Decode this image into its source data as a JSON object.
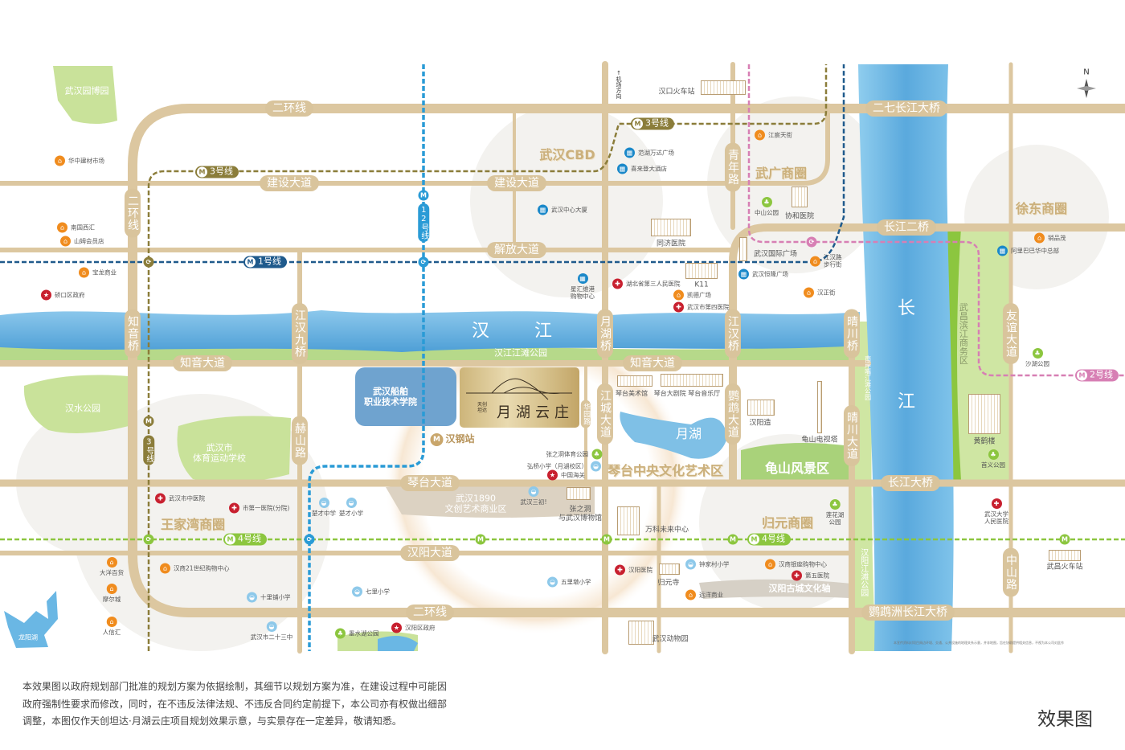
{
  "title": "效果图",
  "compass": "N",
  "project": {
    "brand": "天创坦达",
    "name": "月湖云庄"
  },
  "colors": {
    "road": "#d9c49c",
    "river": "#6fb6e3",
    "green": "#c6e094",
    "district_text": "#cbb07c",
    "line1": "#1f5a8c",
    "line2": "#d77fb4",
    "line3": "#8b7d3a",
    "line4": "#8cc63f",
    "line12": "#2a9bd6"
  },
  "road_labels": [
    {
      "label": "二环线"
    },
    {
      "label": "建设大道"
    },
    {
      "label": "建设大道"
    },
    {
      "label": "解放大道"
    },
    {
      "label": "二七长江大桥"
    },
    {
      "label": "长江二桥"
    },
    {
      "label": "二环线"
    },
    {
      "label": "知音桥"
    },
    {
      "label": "江汉九桥"
    },
    {
      "label": "月湖桥"
    },
    {
      "label": "江汉桥"
    },
    {
      "label": "晴川桥"
    },
    {
      "label": "青年路"
    },
    {
      "label": "知音大道"
    },
    {
      "label": "知音大道"
    },
    {
      "label": "赫山路"
    },
    {
      "label": "江城大道"
    },
    {
      "label": "鹦鹉大道"
    },
    {
      "label": "晴川大道"
    },
    {
      "label": "琴台大道"
    },
    {
      "label": "长江大桥"
    },
    {
      "label": "汉阳大道"
    },
    {
      "label": "二环线"
    },
    {
      "label": "鹦鹉洲长江大桥"
    },
    {
      "label": "友谊大道"
    },
    {
      "label": "中山路"
    },
    {
      "label": "华园路"
    }
  ],
  "metro_labels": [
    {
      "label": "3号线",
      "line": "line3"
    },
    {
      "label": "3号线",
      "line": "line3"
    },
    {
      "label": "1号线",
      "line": "line1"
    },
    {
      "label": "12号线",
      "line": "line12"
    },
    {
      "label": "4号线",
      "line": "line4"
    },
    {
      "label": "4号线",
      "line": "line4"
    },
    {
      "label": "3号线",
      "line": "line3"
    },
    {
      "label": "2号线",
      "line": "line2"
    }
  ],
  "metro_symbol": "M",
  "station": {
    "label": "汉钢站"
  },
  "districts": [
    {
      "label": "武汉CBD"
    },
    {
      "label": "武广商圈"
    },
    {
      "label": "徐东商圈"
    },
    {
      "label": "王家湾商圈"
    },
    {
      "label": "归元商圈"
    },
    {
      "label": "琴台中央文化艺术区"
    },
    {
      "label": "汉阳古城文化轴"
    }
  ],
  "special_areas": {
    "art_district": "武汉1890\n文创艺术商业区",
    "guishan": "龟山风景区",
    "college": "武汉船舶\n职业技术学院",
    "airport_direction": "↑机场方向"
  },
  "water_labels": [
    {
      "label": "汉"
    },
    {
      "label": "江"
    },
    {
      "label": "长"
    },
    {
      "label": "江"
    },
    {
      "label": "月湖"
    },
    {
      "label": "龙阳湖"
    }
  ],
  "green_labels": [
    {
      "label": "武汉园博园"
    },
    {
      "label": "汉水公园"
    },
    {
      "label": "武汉市\n体育运动学校"
    },
    {
      "label": "汉江江滩公园"
    },
    {
      "label": "武昌滨江商务区"
    },
    {
      "label": "南岸嘴江滩公园"
    },
    {
      "label": "汉阳江滩公园"
    }
  ],
  "landmarks": [
    {
      "label": "汉口火车站"
    },
    {
      "label": "同济医院"
    },
    {
      "label": "协和医院"
    },
    {
      "label": "武汉国际广场"
    },
    {
      "label": "K11"
    },
    {
      "label": "琴台美术馆"
    },
    {
      "label": "琴台大剧院 琴台音乐厅"
    },
    {
      "label": "汉阳造"
    },
    {
      "label": "龟山电视塔"
    },
    {
      "label": "黄鹤楼"
    },
    {
      "label": "武昌火车站"
    },
    {
      "label": "万科未来中心"
    },
    {
      "label": "归元寺"
    },
    {
      "label": "张之洞\n与武汉博物馆"
    },
    {
      "label": "武汉动物园"
    }
  ],
  "pois": [
    {
      "name": "华中建材市场",
      "icon": "shop"
    },
    {
      "name": "南国西汇",
      "icon": "shop"
    },
    {
      "name": "山姆会员店",
      "icon": "shop"
    },
    {
      "name": "宝龙商业",
      "icon": "shop"
    },
    {
      "name": "硚口区政府",
      "icon": "gov"
    },
    {
      "name": "范湖万达广场",
      "icon": "office"
    },
    {
      "name": "喜来登大酒店",
      "icon": "office"
    },
    {
      "name": "武汉中心大厦",
      "icon": "office"
    },
    {
      "name": "江宸天街",
      "icon": "shop"
    },
    {
      "name": "中山公园",
      "icon": "park"
    },
    {
      "name": "江汉路\n步行街",
      "icon": "shop"
    },
    {
      "name": "武汉恒隆广场",
      "icon": "office"
    },
    {
      "name": "汉正街",
      "icon": "shop"
    },
    {
      "name": "星汇维港\n购物中心",
      "icon": "office"
    },
    {
      "name": "湖北省第三人民医院",
      "icon": "hospital"
    },
    {
      "name": "凯德广场",
      "icon": "shop"
    },
    {
      "name": "武汉市第四医院",
      "icon": "hospital"
    },
    {
      "name": "销品茂",
      "icon": "shop"
    },
    {
      "name": "阿里巴巴华中总部",
      "icon": "office"
    },
    {
      "name": "沙湖公园",
      "icon": "park"
    },
    {
      "name": "首义公园",
      "icon": "park"
    },
    {
      "name": "武汉大学\n人民医院",
      "icon": "hospital"
    },
    {
      "name": "张之洞体育公园",
      "icon": "park"
    },
    {
      "name": "弘桥小学（月湖校区）",
      "icon": "school"
    },
    {
      "name": "中国海关",
      "icon": "gov"
    },
    {
      "name": "武汉三初!",
      "icon": "school"
    },
    {
      "name": "莲花湖\n公园",
      "icon": "park"
    },
    {
      "name": "汉阳医院",
      "icon": "hospital"
    },
    {
      "name": "钟家村小学",
      "icon": "school"
    },
    {
      "name": "五里墩小学",
      "icon": "school"
    },
    {
      "name": "远洋商业",
      "icon": "shop"
    },
    {
      "name": "汉商银座购物中心",
      "icon": "shop"
    },
    {
      "name": "第五医院",
      "icon": "hospital"
    },
    {
      "name": "武汉市中医院",
      "icon": "hospital"
    },
    {
      "name": "市第一医院(分院)",
      "icon": "hospital"
    },
    {
      "name": "楚才中学",
      "icon": "school"
    },
    {
      "name": "楚才小学",
      "icon": "school"
    },
    {
      "name": "大洋百货",
      "icon": "shop"
    },
    {
      "name": "汉商21世纪购物中心",
      "icon": "shop"
    },
    {
      "name": "摩尔城",
      "icon": "shop"
    },
    {
      "name": "人信汇",
      "icon": "shop"
    },
    {
      "name": "十里铺小学",
      "icon": "school"
    },
    {
      "name": "七里小学",
      "icon": "school"
    },
    {
      "name": "武汉市二十三中",
      "icon": "school"
    },
    {
      "name": "墨水湖公园",
      "icon": "park"
    },
    {
      "name": "汉阳区政府",
      "icon": "gov"
    }
  ],
  "icon_styles": {
    "shop": {
      "color": "#f08c1e",
      "glyph": "⌂"
    },
    "office": {
      "color": "#1a88c9",
      "glyph": "▦"
    },
    "hospital": {
      "color": "#c8202f",
      "glyph": "✚"
    },
    "gov": {
      "color": "#c8202f",
      "glyph": "★"
    },
    "park": {
      "color": "#8cc63f",
      "glyph": "♣"
    },
    "school": {
      "color": "#8ec9ea",
      "glyph": "◒"
    }
  },
  "fine_print": "本宣传资料对项目周边环境、交通、公共设施的地理关系示意，并非地图，旨在协助提供相关信息，不视为本公司对此作",
  "disclaimer": [
    "本效果图以政府规划部门批准的规划方案为依据绘制，其细节以规划方案为准，在建设过程中可能因",
    "政府强制性要求而修改，同时，在不违反法律法规、不违反合同约定前提下，本公司亦有权做出细部",
    "调整，本图仅作天创坦达·月湖云庄项目规划效果示意，与实景存在一定差异，敬请知悉。"
  ]
}
